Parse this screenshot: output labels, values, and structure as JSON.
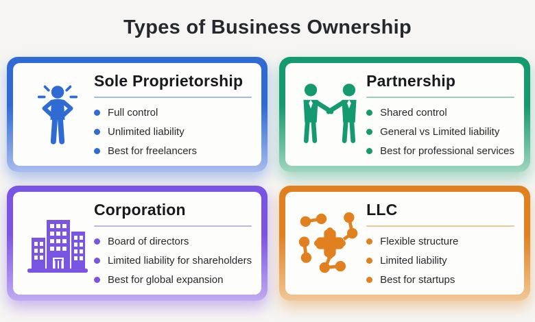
{
  "page": {
    "title": "Types of Business Ownership",
    "background": "#f6f5f3"
  },
  "cards": [
    {
      "id": "sole-proprietorship",
      "title": "Sole Proprietorship",
      "icon": "person-confident-icon",
      "accent": "#2f6bd3",
      "accent_light": "#a9bcee",
      "glow": "rgba(59,111,216,0.38)",
      "bullets": [
        "Full control",
        "Unlimited liability",
        "Best for freelancers"
      ]
    },
    {
      "id": "partnership",
      "title": "Partnership",
      "icon": "handshake-partners-icon",
      "accent": "#15996e",
      "accent_light": "#9fd6c0",
      "glow": "rgba(18,154,112,0.35)",
      "bullets": [
        "Shared control",
        "General vs Limited liability",
        "Best for professional services"
      ]
    },
    {
      "id": "corporation",
      "title": "Corporation",
      "icon": "office-buildings-icon",
      "accent": "#7a55e3",
      "accent_light": "#c0abf1",
      "glow": "rgba(124,82,224,0.38)",
      "bullets": [
        "Board of directors",
        "Limited liability for shareholders",
        "Best for global expansion"
      ]
    },
    {
      "id": "llc",
      "title": "LLC",
      "icon": "network-nodes-icon",
      "accent": "#e0801f",
      "accent_light": "#f0c796",
      "glow": "rgba(224,129,29,0.35)",
      "bullets": [
        "Flexible structure",
        "Limited liability",
        "Best for startups"
      ]
    }
  ]
}
